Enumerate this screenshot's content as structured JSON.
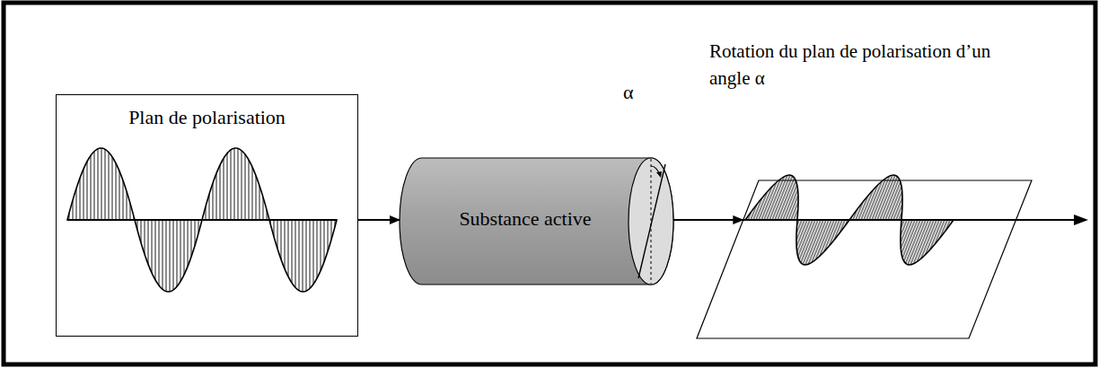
{
  "diagram": {
    "nodes": [
      {
        "text": [
          "Plan de polarisation"
        ]
      },
      {
        "text": [
          "Substance active"
        ]
      },
      {
        "text": [
          "Rotation du plan de polarisation d’un angle α"
        ]
      }
    ],
    "edges": [
      {
        "from": 0,
        "to": 1,
        "arrow": "to"
      },
      {
        "from": 1,
        "to": 2,
        "arrow": "to"
      }
    ],
    "labels": [
      "α"
    ]
  }
}
